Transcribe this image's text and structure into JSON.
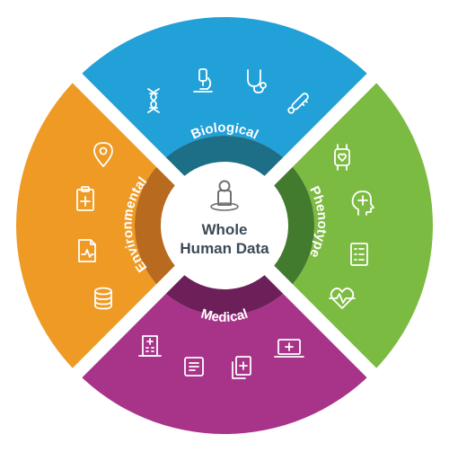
{
  "center": {
    "line1": "Whole",
    "line2": "Human Data",
    "icon": "person-icon"
  },
  "segments": {
    "biological": {
      "label": "Biological",
      "color": "#22a0d8",
      "band_color": "#1c6f86",
      "icons": [
        "dna-icon",
        "microscope-icon",
        "stethoscope-icon",
        "thermometer-icon"
      ]
    },
    "phenotype": {
      "label": "Phenotype",
      "color": "#7cbb42",
      "band_color": "#427a2e",
      "icons": [
        "smartwatch-icon",
        "head-medical-icon",
        "checklist-icon",
        "heart-rate-icon"
      ]
    },
    "medical": {
      "label": "Medical",
      "color": "#a8348a",
      "band_color": "#6d1f59",
      "icons": [
        "hospital-icon",
        "document-icon",
        "copy-medical-icon",
        "laptop-medical-icon"
      ]
    },
    "environmental": {
      "label": "Environmental",
      "color": "#ef9a25",
      "band_color": "#b86a1e",
      "icons": [
        "location-pin-icon",
        "clipboard-medical-icon",
        "file-chart-icon",
        "database-icon"
      ]
    }
  }
}
